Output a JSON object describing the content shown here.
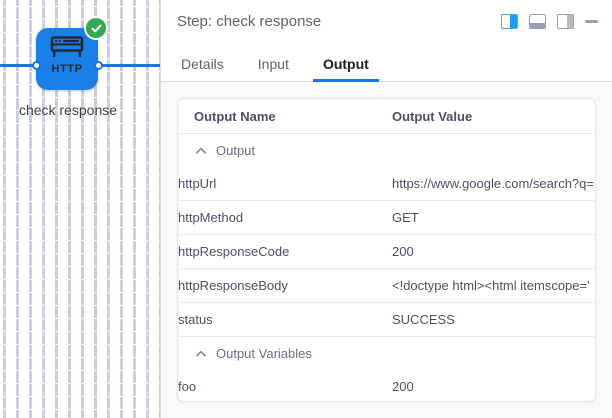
{
  "canvas": {
    "node": {
      "icon_label": "HTTP",
      "icon_name": "http-browser-icon",
      "label": "check response",
      "status_icon": "check-circle-icon",
      "status_color": "#34a853",
      "node_color": "#1a80e8"
    },
    "edge_color": "#1a73e8"
  },
  "panel": {
    "title": "Step: check response",
    "actions": [
      {
        "name": "layout-split-right-button",
        "icon": "panel-split-icon",
        "active": true
      },
      {
        "name": "layout-dock-bottom-button",
        "icon": "panel-bottom-icon",
        "active": false
      },
      {
        "name": "layout-dock-right-button",
        "icon": "panel-right-icon",
        "active": false
      },
      {
        "name": "minimize-button",
        "icon": "minimize-icon",
        "active": false
      }
    ],
    "tabs": [
      {
        "label": "Details",
        "active": false
      },
      {
        "label": "Input",
        "active": false
      },
      {
        "label": "Output",
        "active": true
      }
    ],
    "accent_color": "#1a73e8",
    "table": {
      "headers": [
        "Output Name",
        "Output Value"
      ],
      "groups": [
        {
          "label": "Output",
          "expanded": true,
          "rows": [
            {
              "name": "httpUrl",
              "value": "https://www.google.com/search?q="
            },
            {
              "name": "httpMethod",
              "value": "GET"
            },
            {
              "name": "httpResponseCode",
              "value": "200"
            },
            {
              "name": "httpResponseBody",
              "value": "<!doctype html><html itemscope='"
            },
            {
              "name": "status",
              "value": "SUCCESS"
            }
          ]
        },
        {
          "label": "Output Variables",
          "expanded": true,
          "rows": [
            {
              "name": "foo",
              "value": "200"
            }
          ]
        }
      ]
    }
  }
}
